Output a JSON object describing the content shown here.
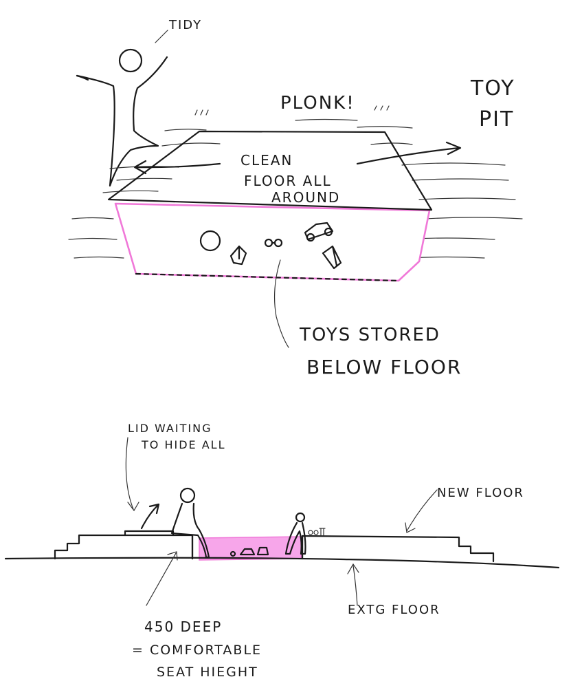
{
  "labels": {
    "tidy": "TIDY",
    "plonk": "PLONK!",
    "toy_pit_line1": "TOY",
    "toy_pit_line2": "PIT",
    "clean_line1": "CLEAN",
    "clean_line2": "FLOOR ALL",
    "clean_line3": "AROUND",
    "toys_line1": "TOYS STORED",
    "toys_line2": "BELOW FLOOR",
    "lid_line1": "LID WAITING",
    "lid_line2": "TO HIDE ALL",
    "new_floor": "NEW FLOOR",
    "extg_floor": "EXTG FLOOR",
    "deep_line1": "450 DEEP",
    "deep_line2": "= COMFORTABLE",
    "deep_line3": "SEAT HIEGHT"
  },
  "colors": {
    "ink": "#1a1a1a",
    "pink": "#f078d8",
    "pink_fill": "#f7a6ea"
  }
}
